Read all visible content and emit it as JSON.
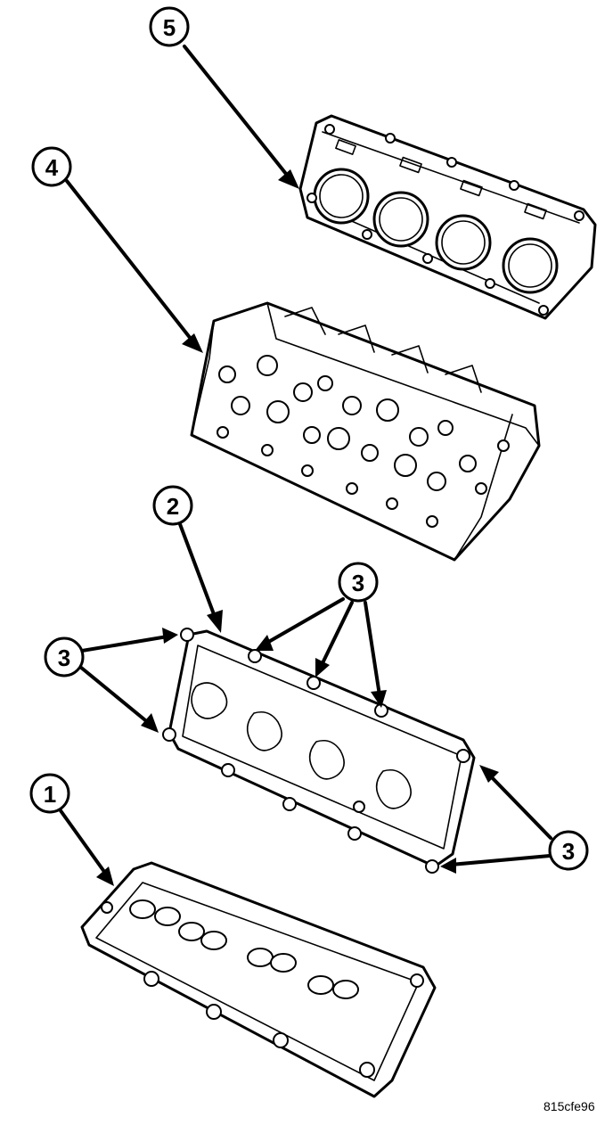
{
  "callouts": {
    "c1": "1",
    "c2": "2",
    "c3a": "3",
    "c3b": "3",
    "c3c": "3",
    "c4": "4",
    "c5": "5"
  },
  "figure_id": "815cfe96"
}
